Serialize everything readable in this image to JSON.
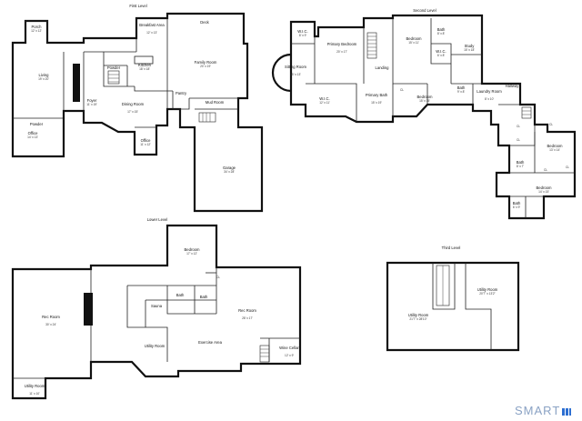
{
  "levels": {
    "first": "First Level",
    "second": "Second Level",
    "lower": "Lower Level",
    "third": "Third Level"
  },
  "rooms": {
    "porch": {
      "name": "Porch",
      "dim": "12' x 12'"
    },
    "breakfast": {
      "name": "Breakfast Area",
      "dim": "12' x 13'"
    },
    "deck": {
      "name": "Deck",
      "dim": ""
    },
    "living": {
      "name": "Living",
      "dim": "19' x 20'"
    },
    "powder1": {
      "name": "Powder",
      "dim": ""
    },
    "powder2": {
      "name": "Powder",
      "dim": ""
    },
    "kitchen": {
      "name": "Kitchen",
      "dim": "18' x 18'"
    },
    "family": {
      "name": "Family Room",
      "dim": "20' x 19'"
    },
    "foyer": {
      "name": "Foyer",
      "dim": "11' x 19'"
    },
    "dining": {
      "name": "Dining Room",
      "dim": "17' x 15'"
    },
    "pantry": {
      "name": "Pantry",
      "dim": ""
    },
    "mudroom": {
      "name": "Mud Room",
      "dim": ""
    },
    "office1": {
      "name": "Office",
      "dim": "14' x 13'"
    },
    "office2": {
      "name": "Office",
      "dim": "11' x 12'"
    },
    "garage": {
      "name": "Garage",
      "dim": "34' x 28'"
    },
    "wic1": {
      "name": "W.I.C.",
      "dim": "8' x 9'"
    },
    "primaryBed": {
      "name": "Primary Bedroom",
      "dim": "20' x 17'"
    },
    "bedroom1": {
      "name": "Bedroom",
      "dim": "15' x 11'"
    },
    "bath1": {
      "name": "Bath",
      "dim": "8' x 8'"
    },
    "wic2": {
      "name": "W.I.C.",
      "dim": "6' x 8'"
    },
    "study": {
      "name": "Study",
      "dim": "15' x 18'"
    },
    "sitting": {
      "name": "Sitting Room",
      "dim": "15' x 13'"
    },
    "landing": {
      "name": "Landing",
      "dim": ""
    },
    "hallway": {
      "name": "Hallway",
      "dim": ""
    },
    "wic3": {
      "name": "W.I.C.",
      "dim": "12' x 11'"
    },
    "primaryBath": {
      "name": "Primary Bath",
      "dim": "15' x 19'"
    },
    "bedroom2": {
      "name": "Bedroom",
      "dim": "15' x 15'"
    },
    "bath2": {
      "name": "Bath",
      "dim": "9' x 8'"
    },
    "laundry": {
      "name": "Laundry Room",
      "dim": "8' x 10'"
    },
    "bedroom3": {
      "name": "Bedroom",
      "dim": "13' x 14'"
    },
    "bath3": {
      "name": "Bath",
      "dim": "8' x 7'"
    },
    "bedroom4": {
      "name": "Bedroom",
      "dim": "14' x 15'"
    },
    "bath4": {
      "name": "Bath",
      "dim": "6' x 9'"
    },
    "bedroomL": {
      "name": "Bedroom",
      "dim": "17' x 12'"
    },
    "recL": {
      "name": "Rec Room",
      "dim": "30' x 24'"
    },
    "recR": {
      "name": "Rec Room",
      "dim": "28' x 17'"
    },
    "sauna": {
      "name": "Sauna",
      "dim": ""
    },
    "bathL1": {
      "name": "Bath",
      "dim": ""
    },
    "bathL2": {
      "name": "Bath",
      "dim": ""
    },
    "utilityL": {
      "name": "Utility Room",
      "dim": ""
    },
    "exercise": {
      "name": "Exercise Area",
      "dim": ""
    },
    "wine": {
      "name": "Wine Cellar",
      "dim": "12' x 9'"
    },
    "utilityL2": {
      "name": "Utility Room",
      "dim": "11' x 10'"
    },
    "utilityT1": {
      "name": "Utility Room",
      "dim": "21'7\" x 28'10\""
    },
    "utilityT2": {
      "name": "Utility Room",
      "dim": "20'7\" x 13'2\""
    }
  },
  "closet_label": "CL",
  "brand": "SMART"
}
